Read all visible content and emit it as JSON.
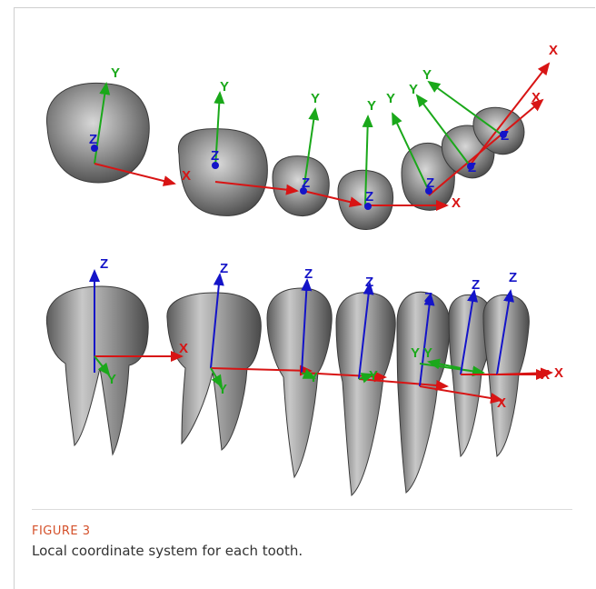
{
  "figure": {
    "label": "FIGURE 3",
    "caption": "Local coordinate system for each tooth."
  },
  "axes": {
    "x": "X",
    "y": "Y",
    "z": "Z"
  },
  "colors": {
    "x_axis": "#d81414",
    "y_axis": "#1aa81a",
    "z_axis": "#1414c8",
    "tooth": "#8a8a8a",
    "figure_label": "#d4502a"
  },
  "rows": [
    "occlusal view",
    "buccal view"
  ]
}
